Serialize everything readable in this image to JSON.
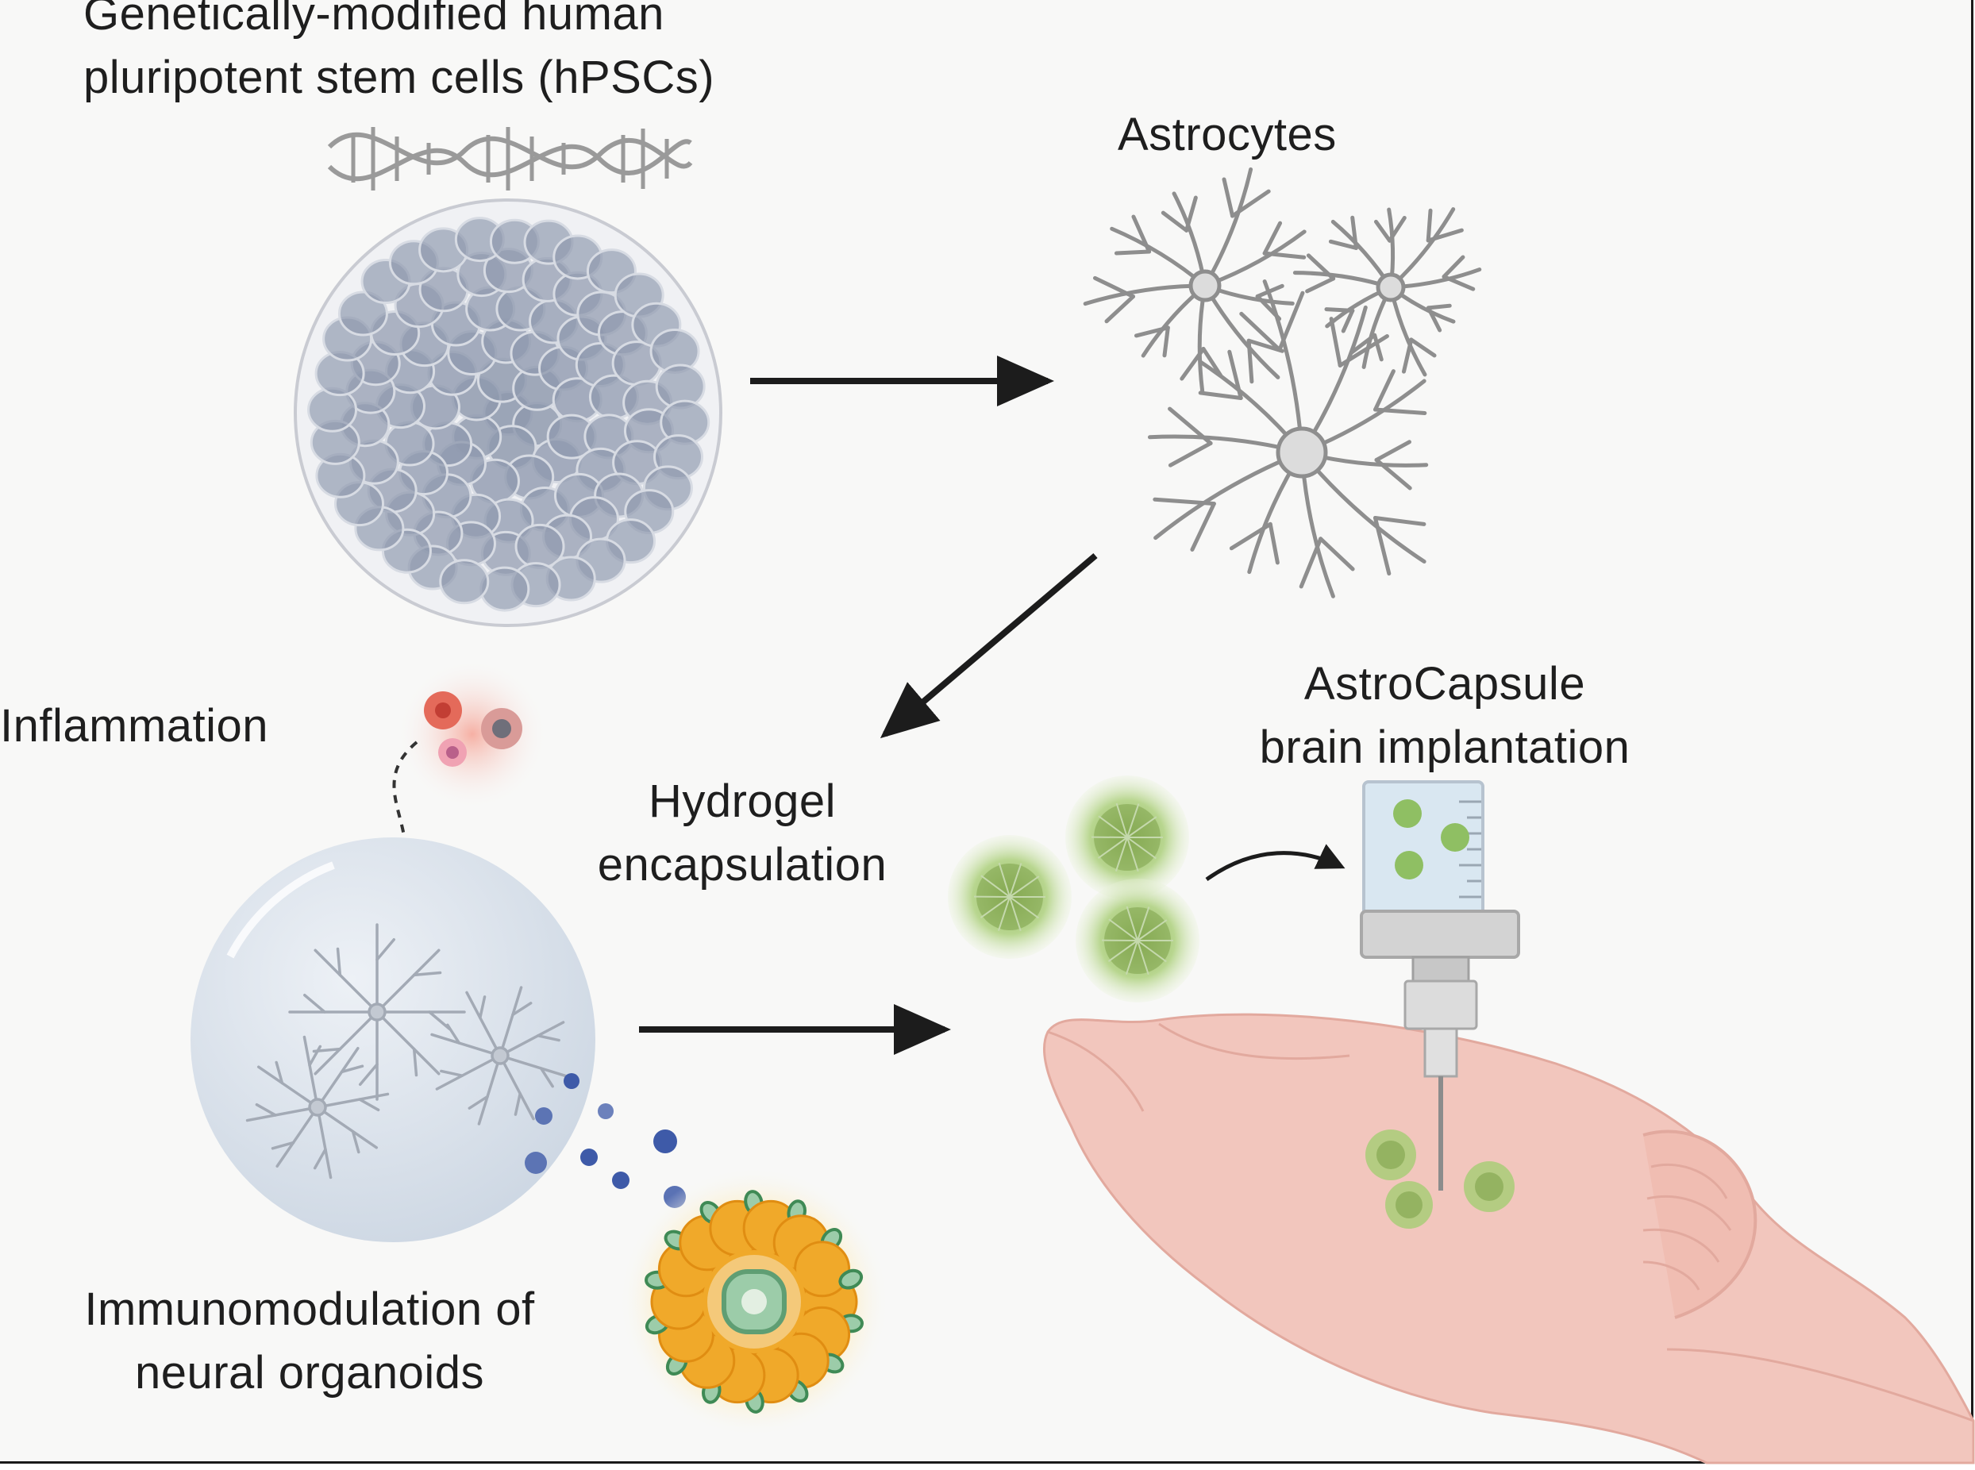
{
  "labels": {
    "hpsc": {
      "line1": "Genetically-modified human",
      "line2": "pluripotent stem cells (hPSCs)"
    },
    "astrocytes": "Astrocytes",
    "inflammation": "Inflammation",
    "hydrogel": {
      "line1": "Hydrogel",
      "line2": "encapsulation"
    },
    "astrocapsule": {
      "line1": "AstroCapsule",
      "line2": "brain implantation"
    },
    "immunomodulation": {
      "line1": "Immunomodulation of",
      "line2": "neural organoids"
    }
  },
  "icons": {
    "dna": "dna-helix-icon",
    "stem_cells": "stem-cell-cluster-icon",
    "astrocytes": "astrocyte-cells-icon",
    "inflammation": "inflammatory-cells-icon",
    "organoid_sphere": "neural-organoid-sphere-icon",
    "capsules": "hydrogel-capsule-icon",
    "syringe": "syringe-icon",
    "brain": "mouse-brain-icon",
    "immune_organoid": "immunomodulated-organoid-icon"
  },
  "colors": {
    "text": "#1e1e1e",
    "arrow": "#1c1c1c",
    "cell_fill": "#9aa3b5",
    "astrocyte_stroke": "#8e8e8e",
    "capsule_green": "#a9cc78",
    "brain_pink": "#f2c6bd",
    "organoid_orange": "#f0a92a",
    "inflammation_red": "#e46a5a",
    "secreted_blue": "#3e5aa8"
  }
}
